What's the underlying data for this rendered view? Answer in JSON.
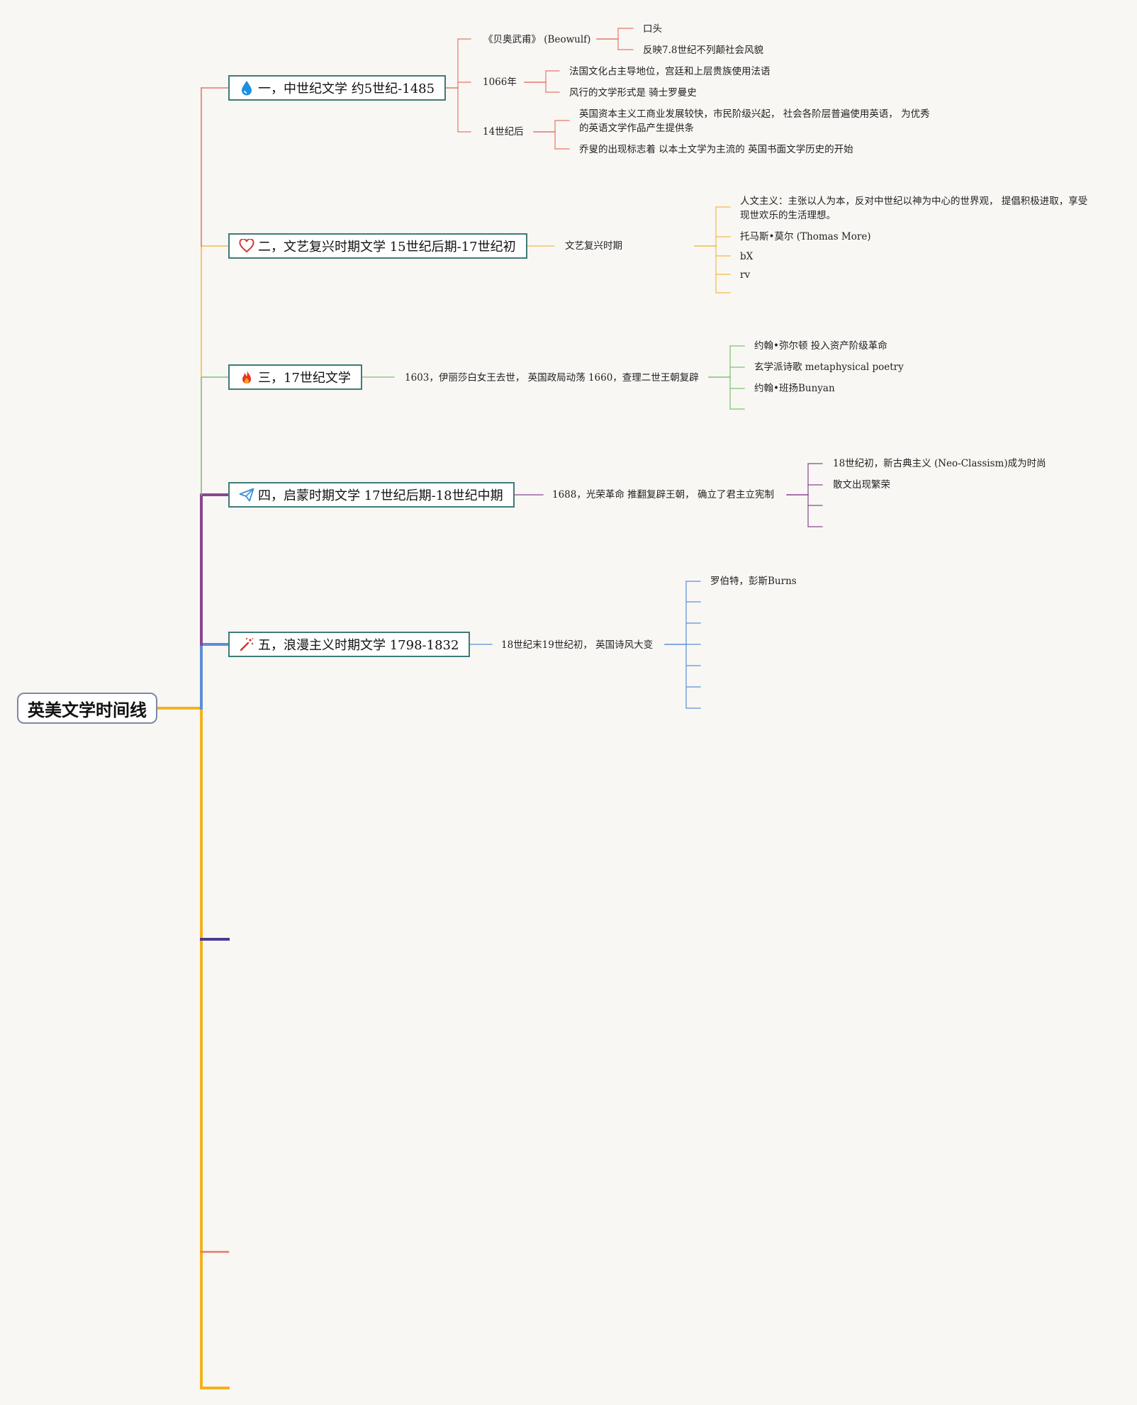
{
  "root": {
    "label": "英美文学时间线"
  },
  "colors": {
    "trunk": "#f5b21b",
    "s1": "#e8766a",
    "s2": "#f5b944",
    "s3": "#7cc26e",
    "s4": "#8a4691",
    "s5": "#5b8fd6",
    "s6": "#4b3a92",
    "box_border": "#3f7b78"
  },
  "sections": [
    {
      "icon": "water-drop-icon",
      "label": "一，中世纪文学 约5世纪-1485",
      "children": [
        {
          "label": "《贝奥武甫》 (Beowulf)",
          "children": [
            "口头",
            "反映7.8世纪不列颠社会风貌"
          ]
        },
        {
          "label": "1066年",
          "children": [
            "法国文化占主导地位，宫廷和上层贵族使用法语",
            "风行的文学形式是 骑士罗曼史"
          ]
        },
        {
          "label": "14世纪后",
          "children": [
            "英国资本主义工商业发展较快，市民阶级兴起， 社会各阶层普遍使用英语， 为优秀的英语文学作品产生提供条",
            "乔叟的出现标志着 以本土文学为主流的 英国书面文学历史的开始"
          ]
        }
      ]
    },
    {
      "icon": "heart-outline-icon",
      "label": "二，文艺复兴时期文学 15世纪后期-17世纪初",
      "children": [
        {
          "label": "文艺复兴时期",
          "children": [
            "人文主义：主张以人为本，反对中世纪以神为中心的世界观， 提倡积极进取，享受现世欢乐的生活理想。",
            "托马斯•莫尔 (Thomas More)",
            "bX",
            "rv"
          ]
        }
      ]
    },
    {
      "icon": "flame-icon",
      "label": "三，17世纪文学",
      "children": [
        {
          "label": "1603，伊丽莎白女王去世， 英国政局动荡 1660，查理二世王朝复辟",
          "children": [
            "约翰•弥尔顿 投入资产阶级革命",
            "玄学派诗歌 metaphysical poetry",
            "约翰•班扬Bunyan"
          ]
        }
      ]
    },
    {
      "icon": "paper-plane-icon",
      "label": "四，启蒙时期文学 17世纪后期-18世纪中期",
      "children": [
        {
          "label": "1688，光荣革命 推翻复辟王朝， 确立了君主立宪制",
          "children": [
            "18世纪初，新古典主义 (Neo-Classism)成为时尚",
            "散文出现繁荣"
          ]
        }
      ]
    },
    {
      "icon": "magic-wand-icon",
      "label": "五，浪漫主义时期文学 1798-1832",
      "children": [
        {
          "label": "18世纪末19世纪初， 英国诗风大变",
          "children": [
            "罗伯特，彭斯Burns"
          ]
        }
      ]
    }
  ]
}
